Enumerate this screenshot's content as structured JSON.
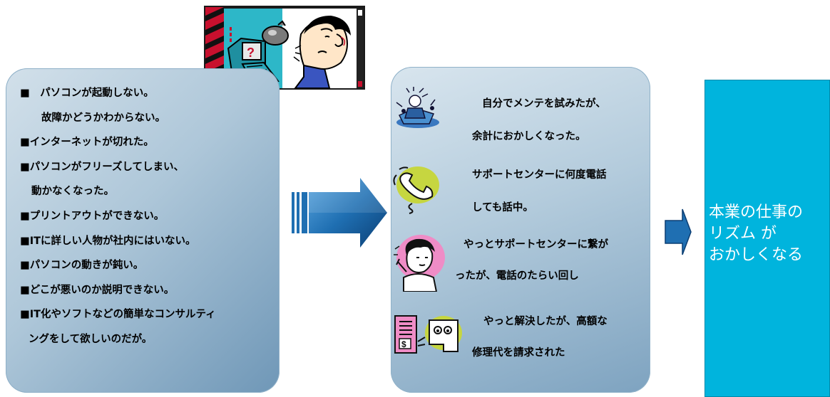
{
  "problems": [
    "■　パソコンが起動しない。",
    "故障かどうかわからない。",
    "■インターネットが切れた。",
    "■パソコンがフリーズしてしまい、",
    "動かなくなった。",
    "■プリントアウトができない。",
    "■ITに詳しい人物が社内にはいない。",
    "■パソコンの動きが鈍い。",
    "■どこが悪いのか説明できない。",
    "■IT化やソフトなどの簡単なコンサルティ",
    "ングをして欲しいのだが。"
  ],
  "consequences": {
    "item1": [
      "自分でメンテを試みたが、",
      "余計におかしくなった。"
    ],
    "item2": [
      "サポートセンターに何度電話",
      "しても話中。"
    ],
    "item3": [
      "やっとサポートセンターに繋が",
      "ったが、電話のたらい回し"
    ],
    "item4": [
      "やっと解決したが、高額な",
      "修理代を請求された"
    ]
  },
  "result": {
    "line1": "本業の仕事の",
    "line2": "リズム が",
    "line3": "おかしくなる"
  },
  "illustrations": {
    "cartoon": "confused-man-computer-icon",
    "maintenance": "broken-machine-icon",
    "phone": "phone-icon",
    "operator": "phone-operator-icon",
    "invoice": "invoice-icon"
  },
  "colors": {
    "result_bg": "#00b4dd",
    "arrow": "#1f6fb2",
    "panel": "#aec7d9"
  }
}
